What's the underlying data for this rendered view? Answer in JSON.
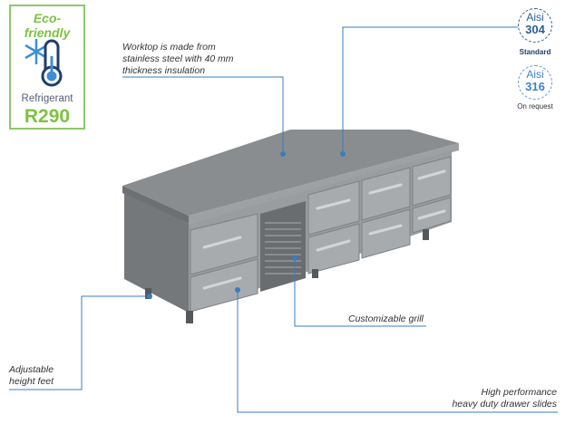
{
  "eco_badge": {
    "title": "Eco-friendly",
    "refrigerant_label": "Refrigerant",
    "refrigerant_value": "R290",
    "icon": "snowflake-thermometer-icon"
  },
  "steel_badges": [
    {
      "label": "Aisi",
      "grade": "304",
      "caption": "Standard"
    },
    {
      "label": "Aisi",
      "grade": "316",
      "caption": "On request"
    }
  ],
  "annotations": {
    "worktop": [
      "Worktop is made from",
      "stainless steel with 40 mm",
      "thickness insulation"
    ],
    "grill": "Customizable grill",
    "feet": [
      "Adjustable",
      "height feet"
    ],
    "slides": [
      "High performance",
      "heavy duty drawer slides"
    ]
  },
  "colors": {
    "green": "#7dc242",
    "blue": "#3a7cc0",
    "navy": "#2c5c92"
  }
}
